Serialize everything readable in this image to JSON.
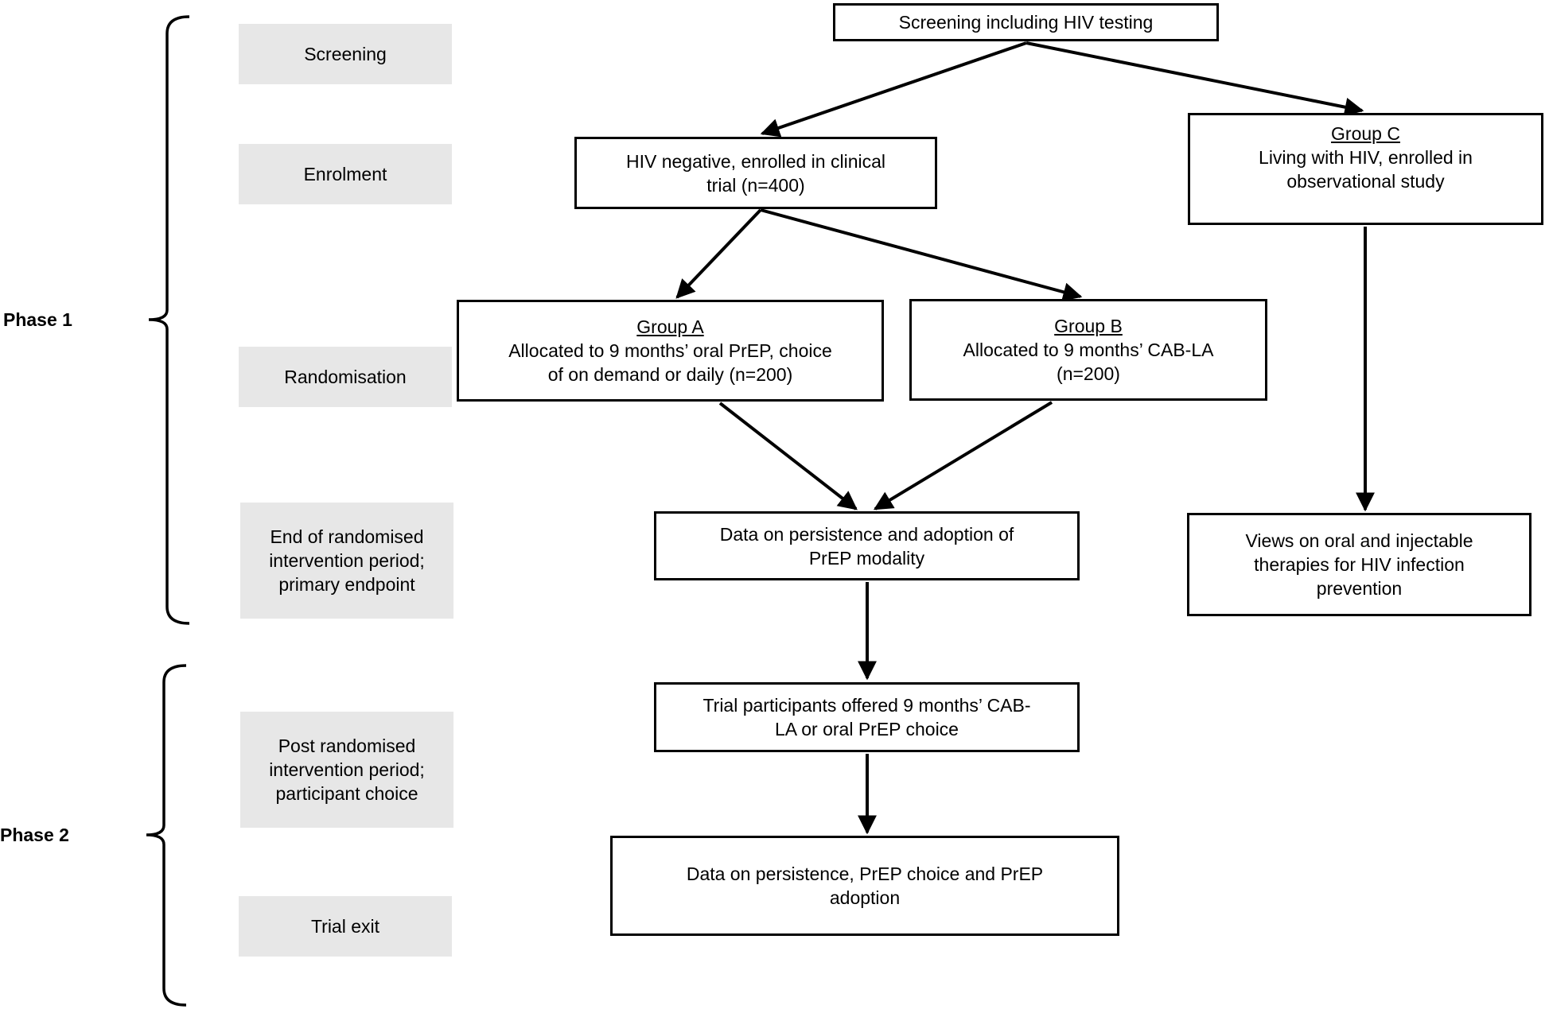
{
  "phases": {
    "phase1": "Phase 1",
    "phase2": "Phase 2"
  },
  "stages": {
    "screening": "Screening",
    "enrolment": "Enrolment",
    "randomisation": "Randomisation",
    "end_randomised": "End of randomised\nintervention period;\nprimary endpoint",
    "post_randomised": "Post randomised\nintervention period;\nparticipant choice",
    "trial_exit": "Trial exit"
  },
  "nodes": {
    "screening_test": {
      "text": "Screening including HIV testing"
    },
    "hiv_negative": {
      "text": "HIV negative, enrolled in clinical\ntrial (n=400)"
    },
    "group_c": {
      "title": "Group C",
      "text": "Living with HIV, enrolled in\nobservational study"
    },
    "group_a": {
      "title": "Group A",
      "text": "Allocated to 9 months’ oral PrEP, choice\nof on demand or daily (n=200)"
    },
    "group_b": {
      "title": "Group B",
      "text": "Allocated to 9 months’ CAB-LA\n(n=200)"
    },
    "data_persistence": {
      "text": "Data on persistence and adoption of\nPrEP modality"
    },
    "views": {
      "text": "Views on oral and injectable\ntherapies for HIV infection\nprevention"
    },
    "trial_offer": {
      "text": "Trial participants offered 9 months’ CAB-\nLA or oral PrEP choice"
    },
    "data_exit": {
      "text": "Data on persistence, PrEP choice and PrEP\nadoption"
    }
  },
  "colors": {
    "stage_fill": "#e7e7e7",
    "line": "#000000",
    "box_fill": "#ffffff"
  }
}
